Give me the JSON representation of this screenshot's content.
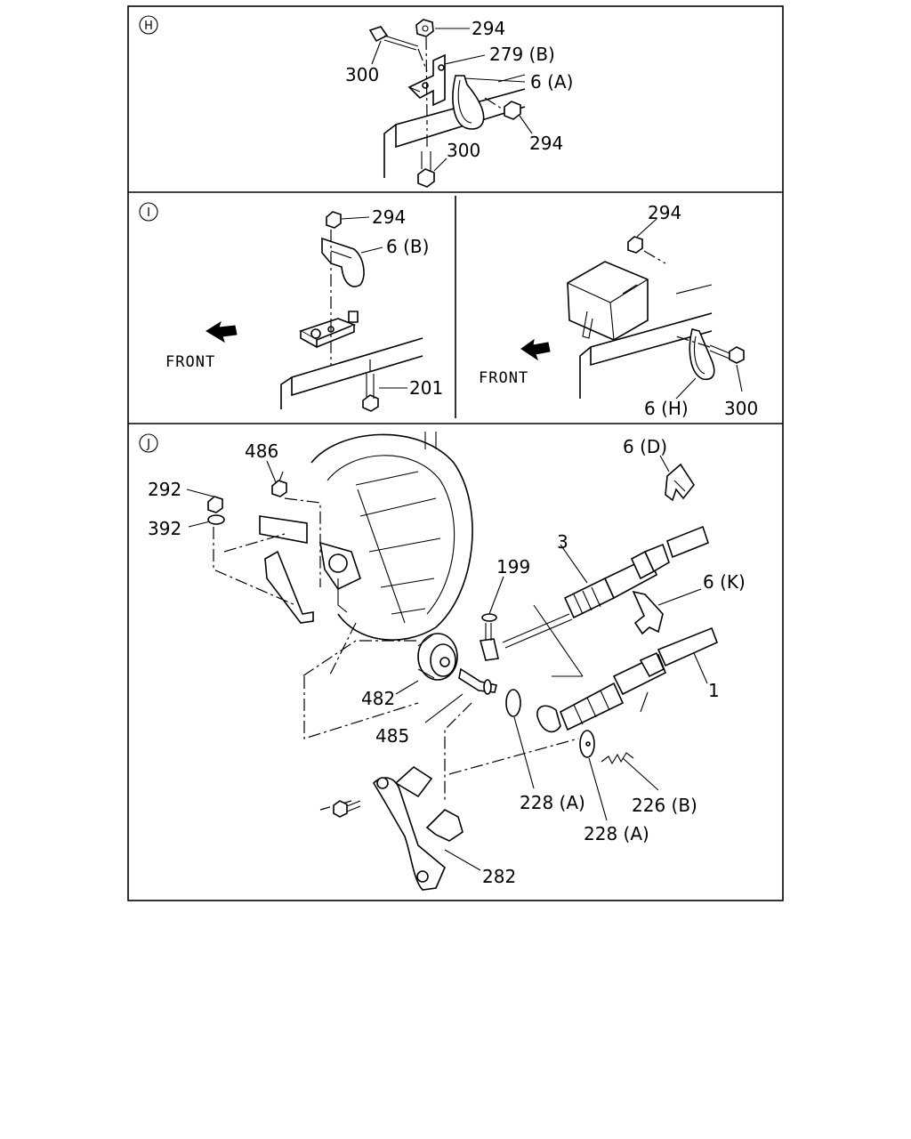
{
  "panels": [
    {
      "id": "H",
      "callouts": [
        "294",
        "279 (B)",
        "300",
        "6 (A)",
        "294",
        "300"
      ]
    },
    {
      "id": "I",
      "callouts": [
        "294",
        "6 (B)",
        "201"
      ],
      "front_label": "FRONT"
    },
    {
      "id": "I-right",
      "callouts": [
        "294",
        "300",
        "6 (H)"
      ],
      "front_label": "FRONT"
    },
    {
      "id": "J",
      "callouts": [
        "486",
        "6 (D)",
        "292",
        "392",
        "3",
        "199",
        "6 (K)",
        "1",
        "482",
        "485",
        "228 (A)",
        "226 (B)",
        "228 (A)",
        "282"
      ]
    }
  ]
}
